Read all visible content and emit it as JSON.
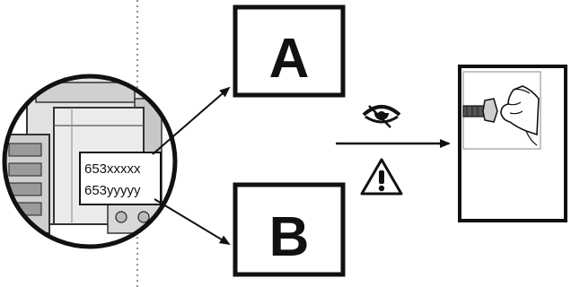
{
  "colors": {
    "ink": "#111111",
    "paper": "#ffffff",
    "shade": "#d6d6d6",
    "shade_dark": "#9a9a9a"
  },
  "callouts": {
    "box_a": {
      "letter": "A"
    },
    "box_b": {
      "letter": "B"
    }
  },
  "label_plate": {
    "line1": "653xxxxx",
    "line2": "653yyyyy"
  },
  "icons": {
    "inspect": "eye-icon",
    "warning": "warning-triangle-icon",
    "tighten": "hand-bolt-tighten-icon"
  }
}
